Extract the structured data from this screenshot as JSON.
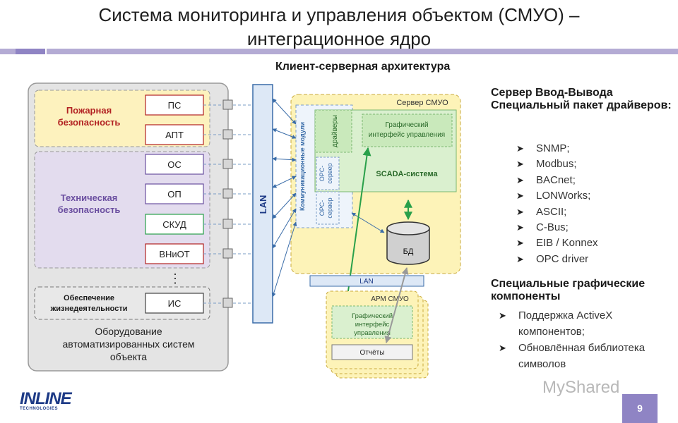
{
  "slide": {
    "title_line1": "Система мониторинга и управления объектом (СМУО) –",
    "title_line2": "интеграционное ядро",
    "subtitle": "Клиент-серверная архитектура",
    "page_number": "9",
    "logo_text": "INLINE",
    "logo_sub": "TECHNOLOGIES",
    "watermark": "MyShared"
  },
  "diagram": {
    "fire_group": "Пожарная безопасность",
    "tech_group": "Техническая безопасность",
    "life_group": "Обеспечение жизнедеятельности",
    "equipment_caption": "Оборудование автоматизированных систем объекта",
    "subsystems": [
      "ПС",
      "АПТ",
      "ОС",
      "ОП",
      "СКУД",
      "ВНиОТ",
      "ИС"
    ],
    "ellipsis": "⋮",
    "lan_vertical": "LAN",
    "server_label": "Сервер СМУО",
    "comm_modules": "Коммуникационные модули",
    "drivers": "драйверы",
    "opc_server": "OPC-сервер",
    "gui": "Графический интерфейс управления",
    "scada": "SCADA-система",
    "db": "БД",
    "lan_horizontal": "LAN",
    "arm_label": "АРМ СМУО",
    "arm_gui": "Графический интерфейс управления",
    "reports": "Отчёты"
  },
  "right_panel": {
    "io_title": "Сервер Ввод-Вывода Специальный пакет драйверов:",
    "io_items": [
      "SNMP;",
      "Modbus;",
      "BACnet;",
      "LONWorks;",
      "ASCII;",
      "C-Bus;",
      "EIB / Konnex",
      "OPC driver"
    ],
    "gfx_title": "Специальные графические компоненты",
    "gfx_items": [
      "Поддержка ActiveX компонентов;",
      "Обновлённая библиотека символов"
    ]
  },
  "colors": {
    "fire_fill": "#fdf2be",
    "tech_fill": "#e3dcee",
    "life_fill": "#e8e8e8",
    "server_fill": "#fdf3b8",
    "scada_fill": "#daf0cf",
    "lan_fill": "#dde8f6",
    "arrow_blue": "#3a6ca8",
    "arrow_green": "#29a04a",
    "red_label": "#b22222",
    "purple_label": "#6b4fa0",
    "page_box": "#8f84c4"
  }
}
